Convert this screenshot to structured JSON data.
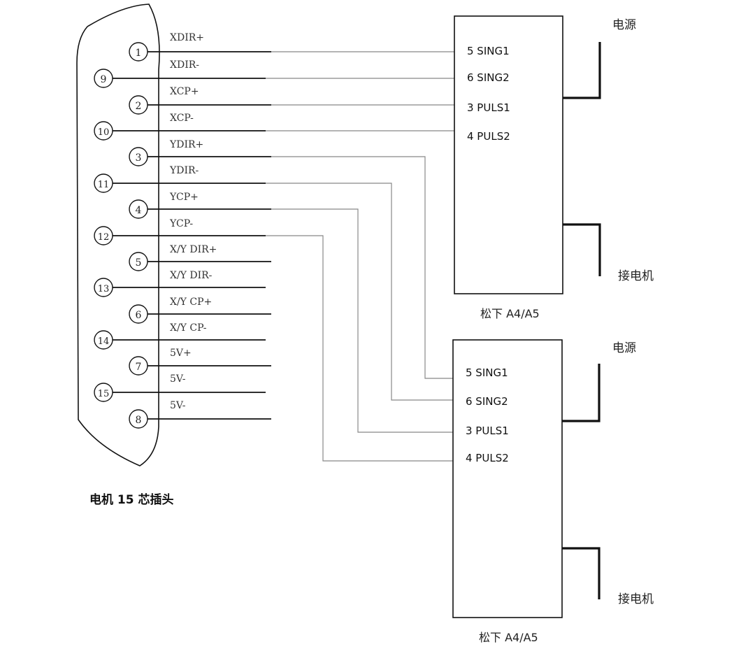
{
  "connector": {
    "caption": "电机 15 芯插头",
    "pins": [
      {
        "number": "1",
        "signal": "XDIR+"
      },
      {
        "number": "9",
        "signal": "XDIR-"
      },
      {
        "number": "2",
        "signal": "XCP+"
      },
      {
        "number": "10",
        "signal": "XCP-"
      },
      {
        "number": "3",
        "signal": "YDIR+"
      },
      {
        "number": "11",
        "signal": "YDIR-"
      },
      {
        "number": "4",
        "signal": "YCP+"
      },
      {
        "number": "12",
        "signal": "YCP-"
      },
      {
        "number": "5",
        "signal": "X/Y DIR+"
      },
      {
        "number": "13",
        "signal": "X/Y DIR-"
      },
      {
        "number": "6",
        "signal": "X/Y CP+"
      },
      {
        "number": "14",
        "signal": "X/Y CP-"
      },
      {
        "number": "7",
        "signal": "5V+"
      },
      {
        "number": "15",
        "signal": "5V-"
      },
      {
        "number": "8",
        "signal": "5V-"
      }
    ]
  },
  "drivers": [
    {
      "caption": "松下 A4/A5",
      "power_label": "电源",
      "motor_label": "接电机",
      "terminals": [
        "5 SING1",
        "6 SING2",
        "3 PULS1",
        "4 PULS2"
      ]
    },
    {
      "caption": "松下 A4/A5",
      "power_label": "电源",
      "motor_label": "接电机",
      "terminals": [
        "5 SING1",
        "6 SING2",
        "3 PULS1",
        "4 PULS2"
      ]
    }
  ],
  "wiring": [
    {
      "pin": "1",
      "driver": 1,
      "terminal": "5 SING1"
    },
    {
      "pin": "9",
      "driver": 1,
      "terminal": "6 SING2"
    },
    {
      "pin": "2",
      "driver": 1,
      "terminal": "3 PULS1"
    },
    {
      "pin": "10",
      "driver": 1,
      "terminal": "4 PULS2"
    },
    {
      "pin": "3",
      "driver": 2,
      "terminal": "5 SING1"
    },
    {
      "pin": "11",
      "driver": 2,
      "terminal": "6 SING2"
    },
    {
      "pin": "4",
      "driver": 2,
      "terminal": "3 PULS1"
    },
    {
      "pin": "12",
      "driver": 2,
      "terminal": "4 PULS2"
    }
  ],
  "colors": {
    "line": "#111111",
    "wire": "#888888",
    "text": "#222222",
    "background": "#ffffff"
  }
}
